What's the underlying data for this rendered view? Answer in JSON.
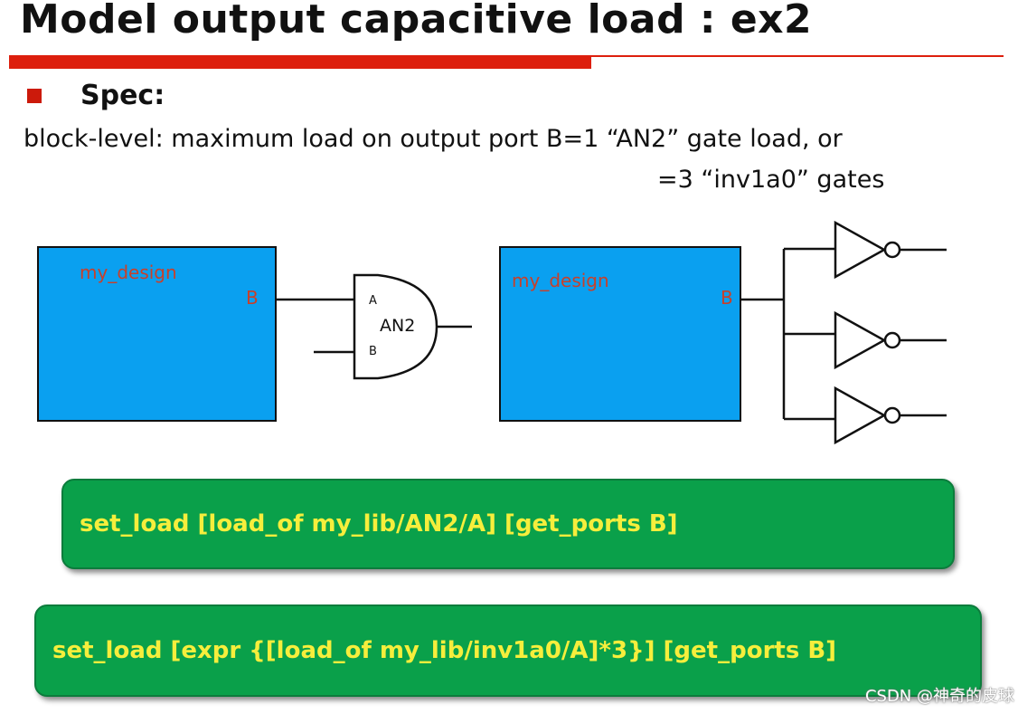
{
  "slide": {
    "title": "Model output capacitive load : ex2",
    "bullet_label": "Spec:",
    "spec_line1": "block-level: maximum load on output port B=1 “AN2” gate load, or",
    "spec_line2": "=3 “inv1a0” gates"
  },
  "diagram": {
    "left": {
      "block_name": "my_design",
      "port_label": "B",
      "gate_name": "AN2",
      "pin_a": "A",
      "pin_b": "B"
    },
    "right": {
      "block_name": "my_design",
      "port_label": "B",
      "inverter_count": 3
    },
    "colors": {
      "block_fill": "#0aa0f0",
      "block_text": "#c8402a",
      "wire": "#111111"
    }
  },
  "commands": [
    "set_load [load_of my_lib/AN2/A] [get_ports B]",
    "set_load [expr {[load_of my_lib/inv1a0/A]*3}] [get_ports B]"
  ],
  "colors": {
    "accent_rule": "#dd1f0d",
    "code_bg": "#0aa04a",
    "code_text": "#f6ee3c"
  },
  "watermark": "CSDN @神奇的皮球"
}
